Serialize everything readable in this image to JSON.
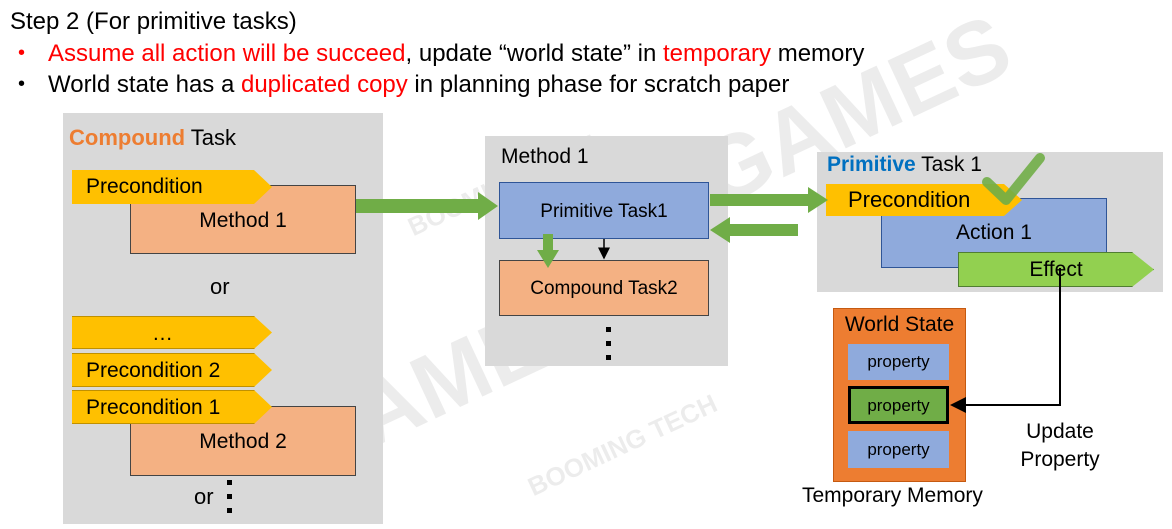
{
  "header": {
    "step_title": "Step 2 (For primitive tasks)",
    "bullet1": {
      "part1": "Assume all action will be succeed",
      "part2": ", update “world state” in ",
      "part3": "temporary",
      "part4": " memory"
    },
    "bullet2": {
      "part1": "World state has a ",
      "part2": "duplicated copy",
      "part3": " in planning phase for scratch paper"
    }
  },
  "compound_task": {
    "title_highlight": "Compound",
    "title_rest": " Task",
    "precondition": "Precondition",
    "method1": "Method 1",
    "or1": "or",
    "ellipsis": "…",
    "precondition2": "Precondition 2",
    "precondition1": "Precondition 1",
    "method2": "Method 2",
    "or2": "or"
  },
  "method_panel": {
    "title": "Method 1",
    "primitive_task": "Primitive Task1",
    "compound_task": "Compound Task2"
  },
  "primitive_panel": {
    "title_highlight": "Primitive",
    "title_rest": " Task 1",
    "precondition": "Precondition",
    "action": "Action 1",
    "effect": "Effect"
  },
  "world_state": {
    "title": "World State",
    "properties": [
      "property",
      "property",
      "property"
    ],
    "caption": "Temporary Memory",
    "update_label_line1": "Update",
    "update_label_line2": "Property"
  },
  "colors": {
    "accent_red": "#ff0000",
    "compound_orange": "#ed7d31",
    "primitive_blue": "#0070c0",
    "precondition_yellow": "#ffc000",
    "method_salmon": "#f4b183",
    "primitive_box_blue": "#8faadc",
    "arrow_green": "#70ad47",
    "panel_gray": "#d9d9d9",
    "world_state_orange": "#ed7d31"
  },
  "watermark": {
    "brand1": "GAMES",
    "brand2": "BOOMING TECH"
  }
}
